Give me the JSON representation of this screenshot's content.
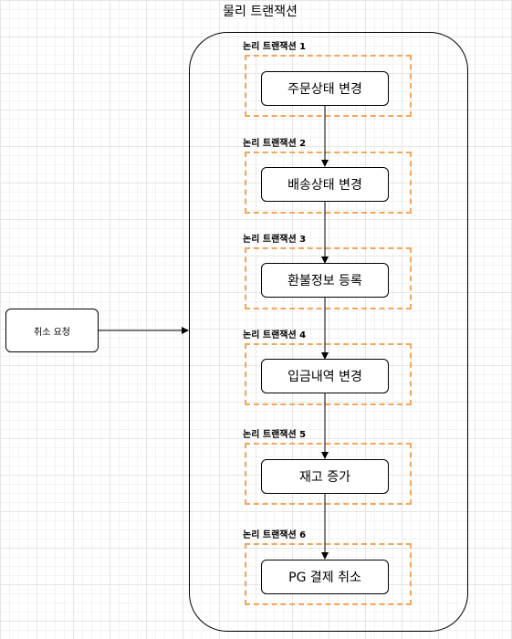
{
  "diagram": {
    "title": "물리 트랜잭션",
    "request": "취소 요청",
    "stroke_color": "#000000",
    "dash_color": "#f4a65a",
    "groups": [
      {
        "label": "논리 트랜잭션 1",
        "step": "주문상태 변경"
      },
      {
        "label": "논리 트랜잭션 2",
        "step": "배송상태 변경"
      },
      {
        "label": "논리 트랜잭션 3",
        "step": "환불정보 등록"
      },
      {
        "label": "논리 트랜잭션 4",
        "step": "입금내역 변경"
      },
      {
        "label": "논리 트랜잭션 5",
        "step": "재고 증가"
      },
      {
        "label": "논리 트랜잭션 6",
        "step": "PG 결제 취소"
      }
    ]
  }
}
